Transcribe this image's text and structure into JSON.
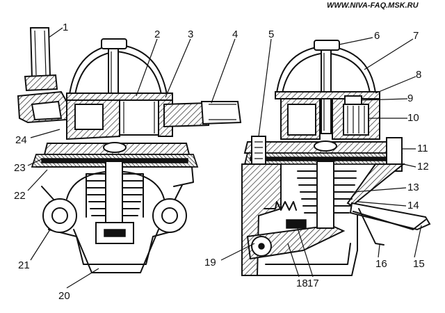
{
  "watermark": "WWW.NIVA-FAQ.MSK.RU",
  "callouts": [
    "1",
    "2",
    "3",
    "4",
    "5",
    "6",
    "7",
    "8",
    "9",
    "10",
    "11",
    "12",
    "13",
    "14",
    "15",
    "16",
    "17",
    "18",
    "19",
    "20",
    "21",
    "22",
    "23",
    "24"
  ],
  "colors": {
    "ink": "#111111",
    "paper": "#ffffff"
  }
}
